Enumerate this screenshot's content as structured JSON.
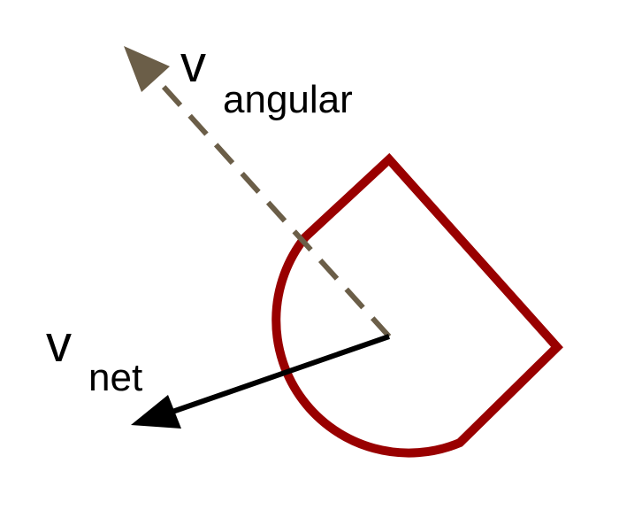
{
  "labels": {
    "angular": {
      "symbol": "v",
      "subscript": "angular"
    },
    "net": {
      "symbol": "v",
      "subscript": "net"
    }
  },
  "colors": {
    "shape_outline": "#990000",
    "angular_arrow": "#6b5e48",
    "net_arrow": "#000000",
    "label_text": "#000000",
    "background": "#ffffff"
  }
}
